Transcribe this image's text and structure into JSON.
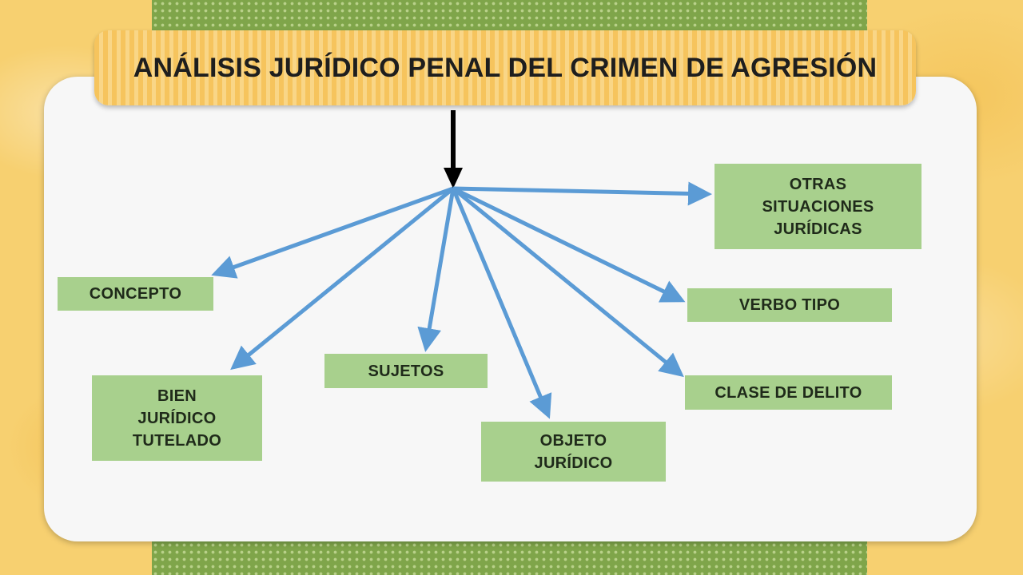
{
  "title": "ANÁLISIS JURÍDICO PENAL DEL CRIMEN DE AGRESIÓN",
  "colors": {
    "node_fill": "#a8d08d",
    "arrow": "#5b9bd5",
    "main_arrow": "#000000"
  },
  "nodes": {
    "concepto": "CONCEPTO",
    "bien_juridico": "BIEN\nJURÍDICO\nTUTELADO",
    "sujetos": "SUJETOS",
    "objeto_juridico": "OBJETO\nJURÍDICO",
    "clase_delito": "CLASE DE DELITO",
    "verbo_tipo": "VERBO TIPO",
    "otras_situaciones": "OTRAS\nSITUACIONES\nJURÍDICAS"
  }
}
